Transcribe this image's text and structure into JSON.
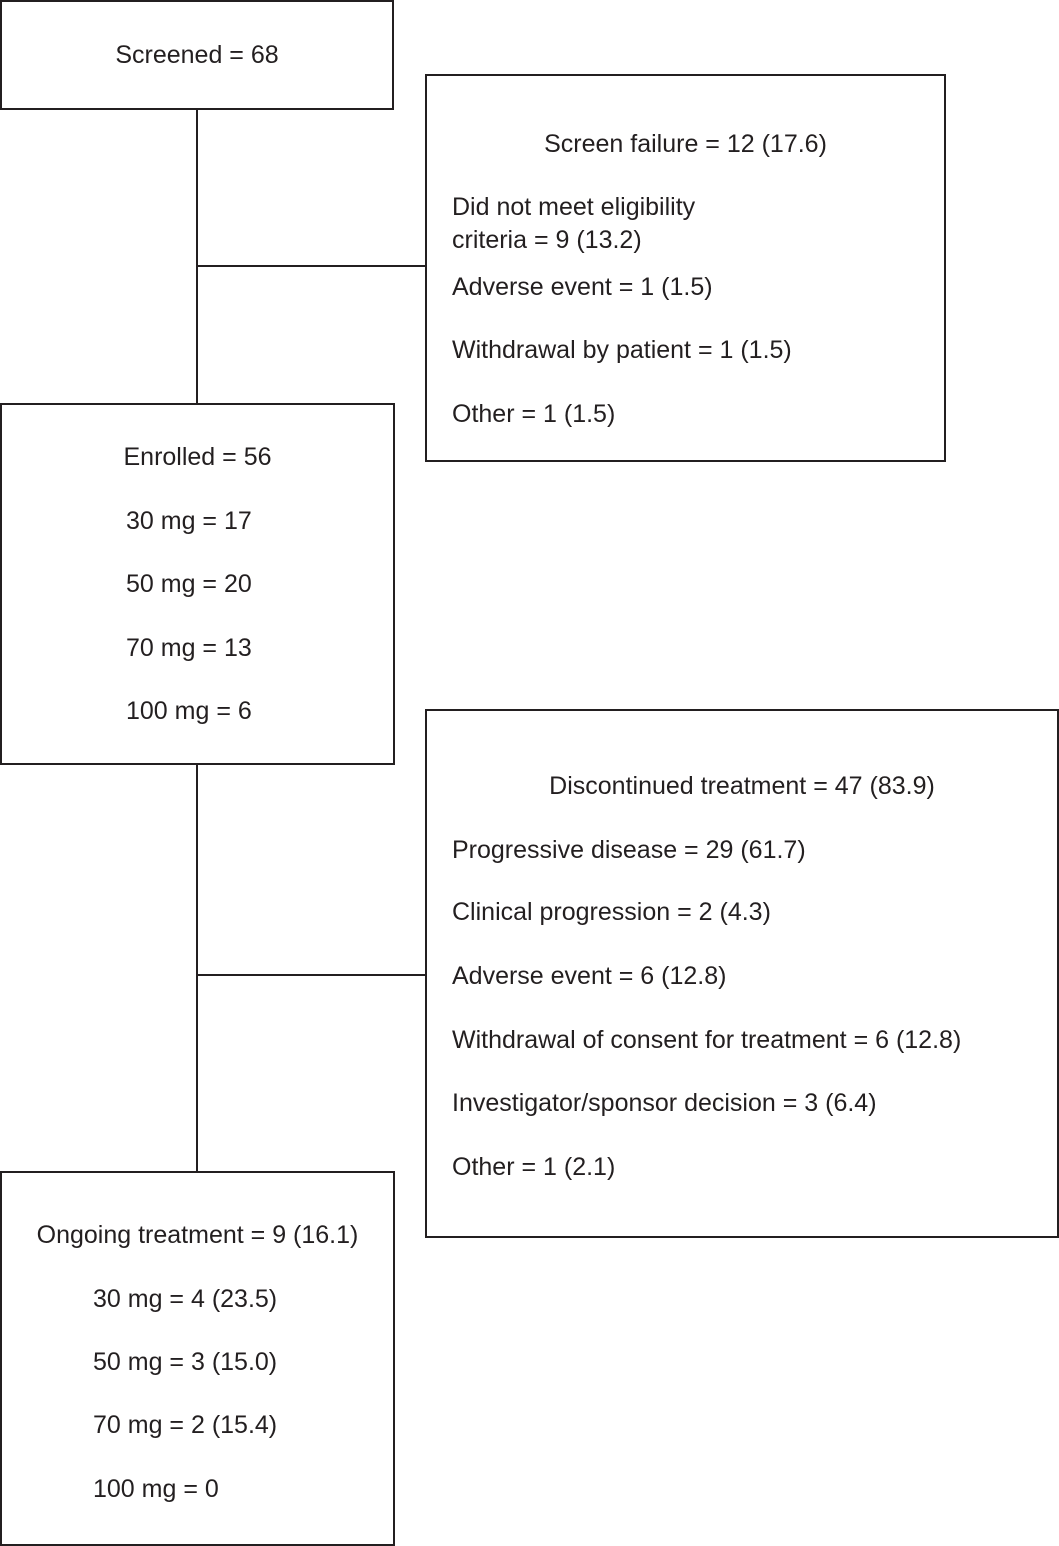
{
  "screened": {
    "label": "Screened = 68"
  },
  "screen_failure": {
    "title": "Screen failure = 12 (17.6)",
    "items": [
      "Did not meet eligibility",
      "criteria = 9 (13.2)",
      "Adverse event = 1 (1.5)",
      "Withdrawal by patient = 1 (1.5)",
      "Other = 1 (1.5)"
    ]
  },
  "enrolled": {
    "title": "Enrolled = 56",
    "items": [
      "30 mg = 17",
      "50 mg = 20",
      "70 mg = 13",
      "100 mg = 6"
    ]
  },
  "discontinued": {
    "title": "Discontinued treatment = 47 (83.9)",
    "items": [
      "Progressive disease = 29 (61.7)",
      "Clinical progression = 2 (4.3)",
      "Adverse event = 6 (12.8)",
      "Withdrawal of consent for treatment = 6 (12.8)",
      "Investigator/sponsor decision = 3 (6.4)",
      "Other = 1 (2.1)"
    ]
  },
  "ongoing": {
    "title": "Ongoing treatment = 9 (16.1)",
    "items": [
      "30 mg = 4 (23.5)",
      "50 mg = 3 (15.0)",
      "70 mg = 2 (15.4)",
      "100 mg = 0"
    ]
  }
}
